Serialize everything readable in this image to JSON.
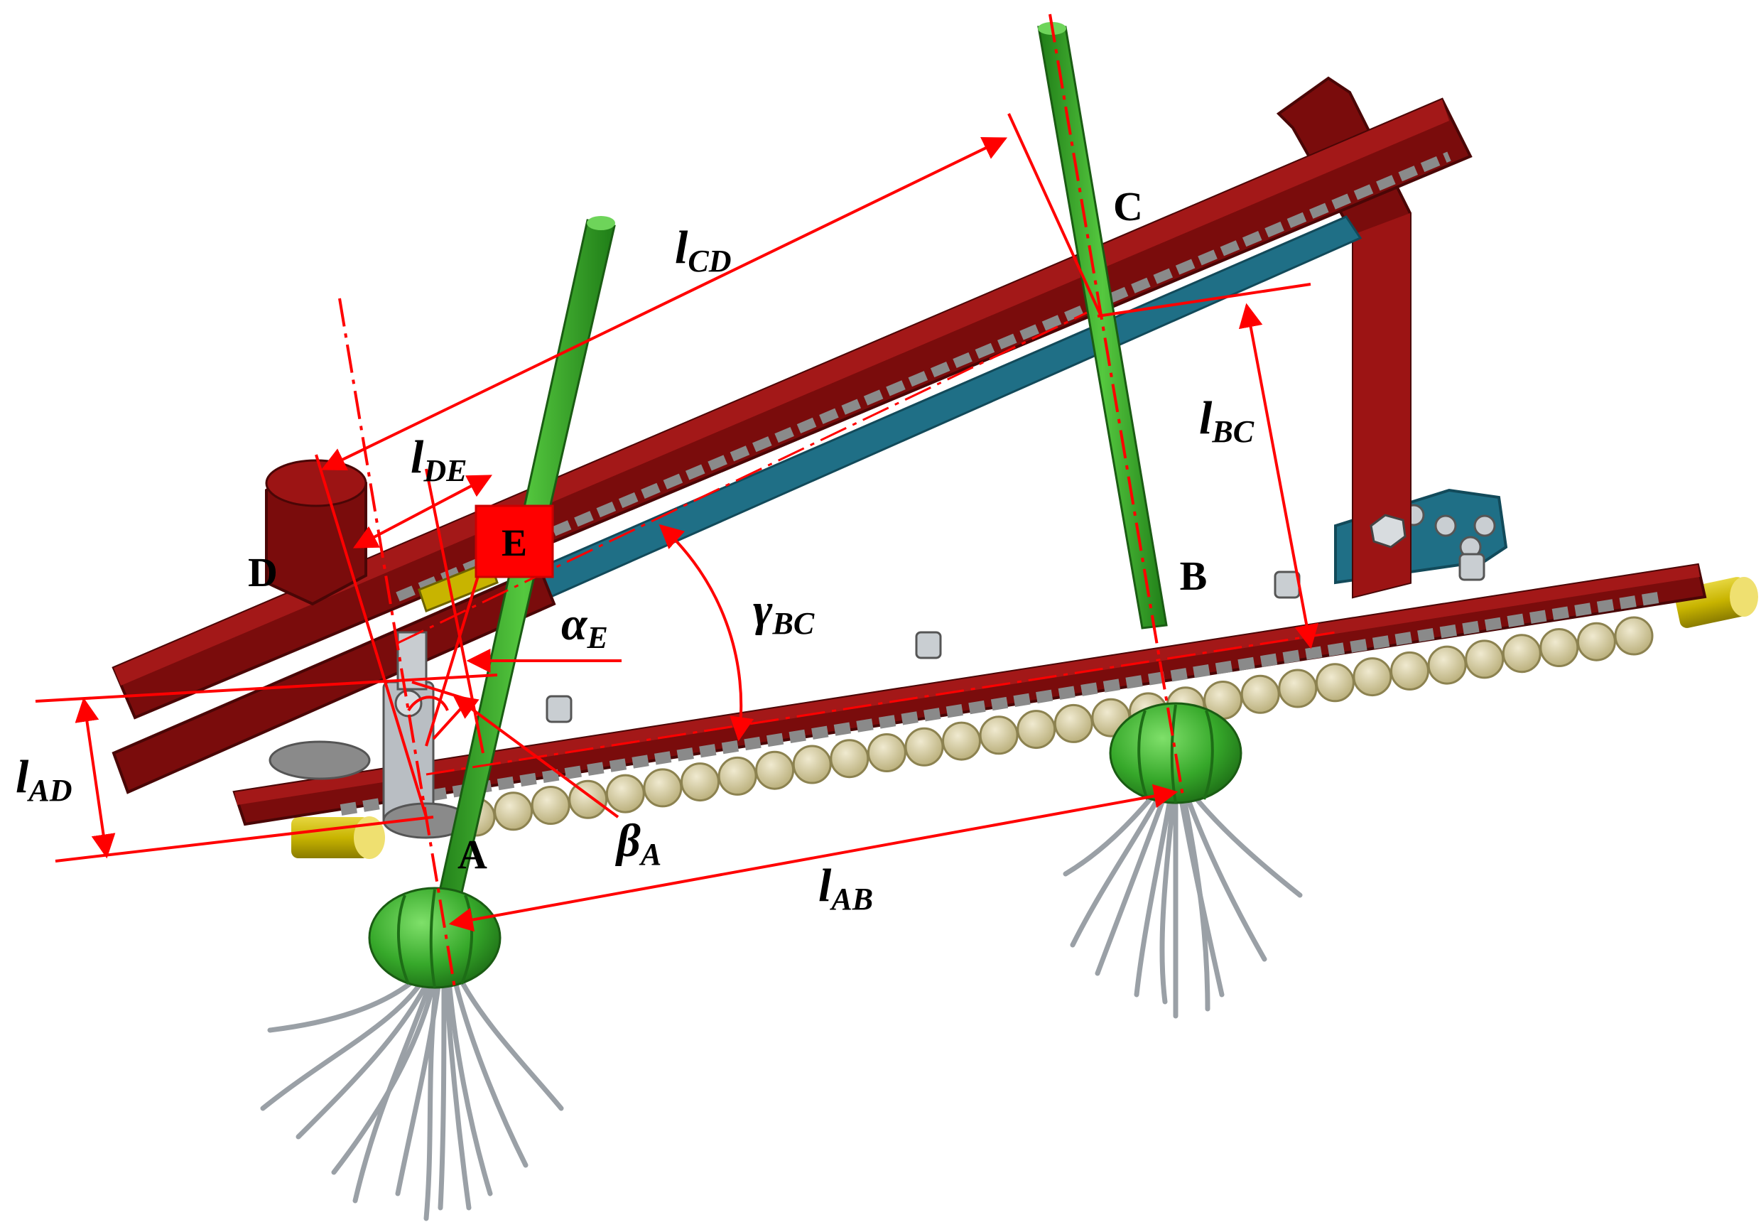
{
  "points": {
    "A": "A",
    "B": "B",
    "C": "C",
    "D": "D",
    "E": "E"
  },
  "dimensions": {
    "l_CD": {
      "sym": "l",
      "sub": "CD"
    },
    "l_DE": {
      "sym": "l",
      "sub": "DE"
    },
    "l_BC": {
      "sym": "l",
      "sub": "BC"
    },
    "l_AD": {
      "sym": "l",
      "sub": "AD"
    },
    "l_AB": {
      "sym": "l",
      "sub": "AB"
    }
  },
  "angles": {
    "gamma_BC": {
      "sym": "γ",
      "sub": "BC"
    },
    "alpha_E": {
      "sym": "α",
      "sub": "E"
    },
    "beta_A": {
      "sym": "β",
      "sub": "A"
    }
  },
  "colors": {
    "frame_red": "#7a0c0c",
    "frame_highlight": "#a31818",
    "stem_green": "#3aa82a",
    "bulb_green": "#3fb030",
    "plate_blue": "#1f6f86",
    "roller_tan": "#d6cc9a",
    "chain_gray": "#9a9a9a",
    "yellow_cyl": "#c8b400",
    "root_gray": "#9aa0a6",
    "annotation_red": "#ff0000"
  }
}
